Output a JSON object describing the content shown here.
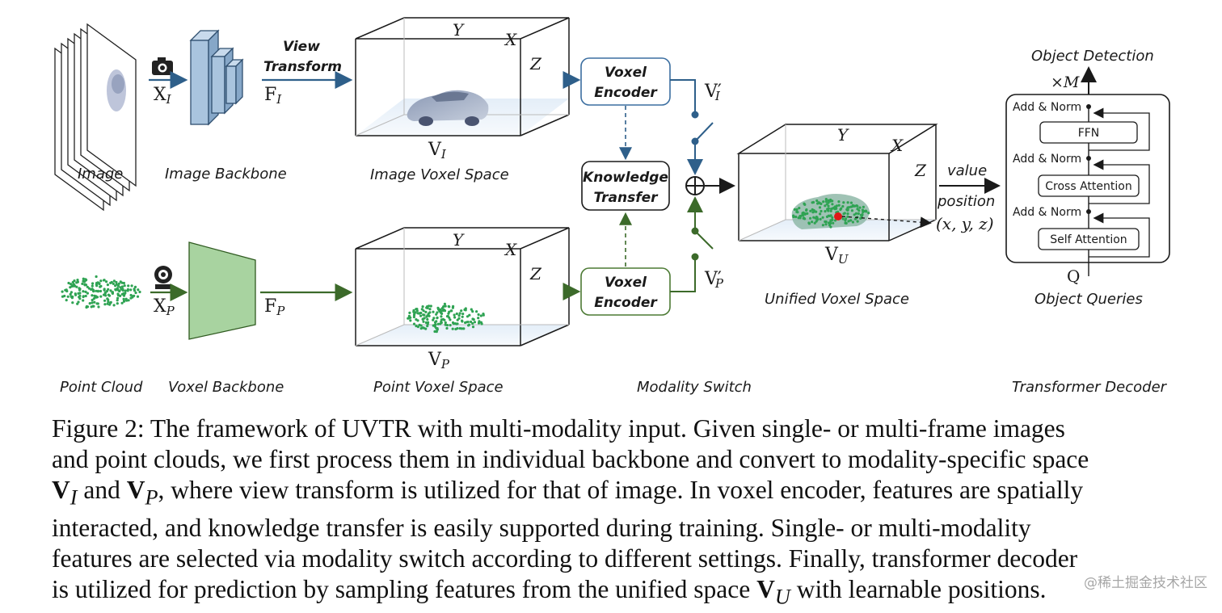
{
  "labels": {
    "image": "Image",
    "image_backbone": "Image Backbone",
    "image_voxel_space": "Image Voxel Space",
    "point_cloud": "Point Cloud",
    "voxel_backbone": "Voxel Backbone",
    "point_voxel_space": "Point Voxel Space",
    "modality_switch": "Modality Switch",
    "unified_voxel_space": "Unified Voxel Space",
    "transformer_decoder": "Transformer Decoder",
    "view_transform_1": "View",
    "view_transform_2": "Transform",
    "object_detection": "Object Detection",
    "object_queries": "Object Queries",
    "value": "value",
    "position": "position",
    "position_coords": "(x, y, z)",
    "times_m": "×M"
  },
  "blocks": {
    "voxel_encoder_1": "Voxel",
    "voxel_encoder_2": "Encoder",
    "knowledge_transfer_1": "Knowledge",
    "knowledge_transfer_2": "Transfer"
  },
  "decoder": {
    "add_norm": "Add & Norm",
    "ffn": "FFN",
    "cross_attention": "Cross Attention",
    "self_attention": "Self Attention",
    "q": "Q"
  },
  "symbols": {
    "xi": "X",
    "xi_sub": "I",
    "xp": "X",
    "xp_sub": "P",
    "fi": "F",
    "fi_sub": "I",
    "fp": "F",
    "fp_sub": "P",
    "vi": "V",
    "vi_sub": "I",
    "vp": "V",
    "vp_sub": "P",
    "vu": "V",
    "vu_sub": "U",
    "vi_prime": "V′",
    "vp_prime": "V′",
    "axis_y": "Y",
    "axis_x": "X",
    "axis_z": "Z"
  },
  "caption": {
    "line1": "Figure 2: The framework of UVTR with multi-modality input. Given single- or multi-frame images",
    "line2": "and point clouds, we first process them in individual backbone and convert to modality-specific space",
    "line3_a": "V",
    "line3_a_sub": "I",
    "line3_b": " and ",
    "line3_c": "V",
    "line3_c_sub": "P",
    "line3_d": ", where view transform is utilized for that of image. In voxel encoder, features are spatially",
    "line4": "interacted, and knowledge transfer is easily supported during training.  Single- or multi-modality",
    "line5": "features are selected via modality switch according to different settings. Finally, transformer decoder",
    "line6_a": "is utilized for prediction by sampling features from the unified space ",
    "line6_b": "V",
    "line6_b_sub": "U",
    "line6_c": " with learnable positions."
  },
  "watermark": "@稀土掘金技术社区",
  "colors": {
    "image_branch": "#2e5f8a",
    "point_branch": "#3c6a2a",
    "backbone_blue": "#a9c4de",
    "backbone_green": "#a8d3a0",
    "point_dots": "#2fa353",
    "box_edge": "#1a1a1a",
    "encoder_blue_edge": "#3b6ea0",
    "encoder_green_edge": "#4c7a34"
  }
}
